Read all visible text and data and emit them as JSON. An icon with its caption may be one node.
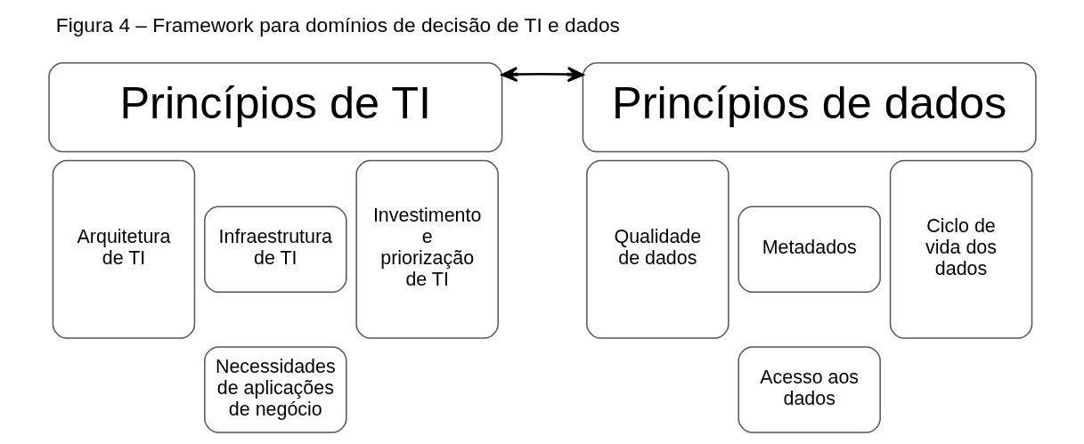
{
  "diagram": {
    "title": "Figura 4 – Framework para domínios de decisão de TI e dados",
    "nodes": [
      {
        "text": [
          "Princípios de TI"
        ]
      },
      {
        "text": [
          "Arquitetura de TI"
        ]
      },
      {
        "text": [
          "Infraestrutura de TI"
        ]
      },
      {
        "text": [
          "Necessidades de aplicações de negócio"
        ]
      },
      {
        "text": [
          "Investimento e priorização de TI"
        ]
      },
      {
        "text": [
          "Princípios de dados"
        ]
      },
      {
        "text": [
          "Qualidade de dados"
        ]
      },
      {
        "text": [
          "Metadados"
        ]
      },
      {
        "text": [
          "Acesso aos dados"
        ]
      },
      {
        "text": [
          "Ciclo de vida dos dados"
        ]
      }
    ],
    "edges": [
      {
        "from": 0,
        "to": 5,
        "arrow": "both"
      }
    ]
  }
}
